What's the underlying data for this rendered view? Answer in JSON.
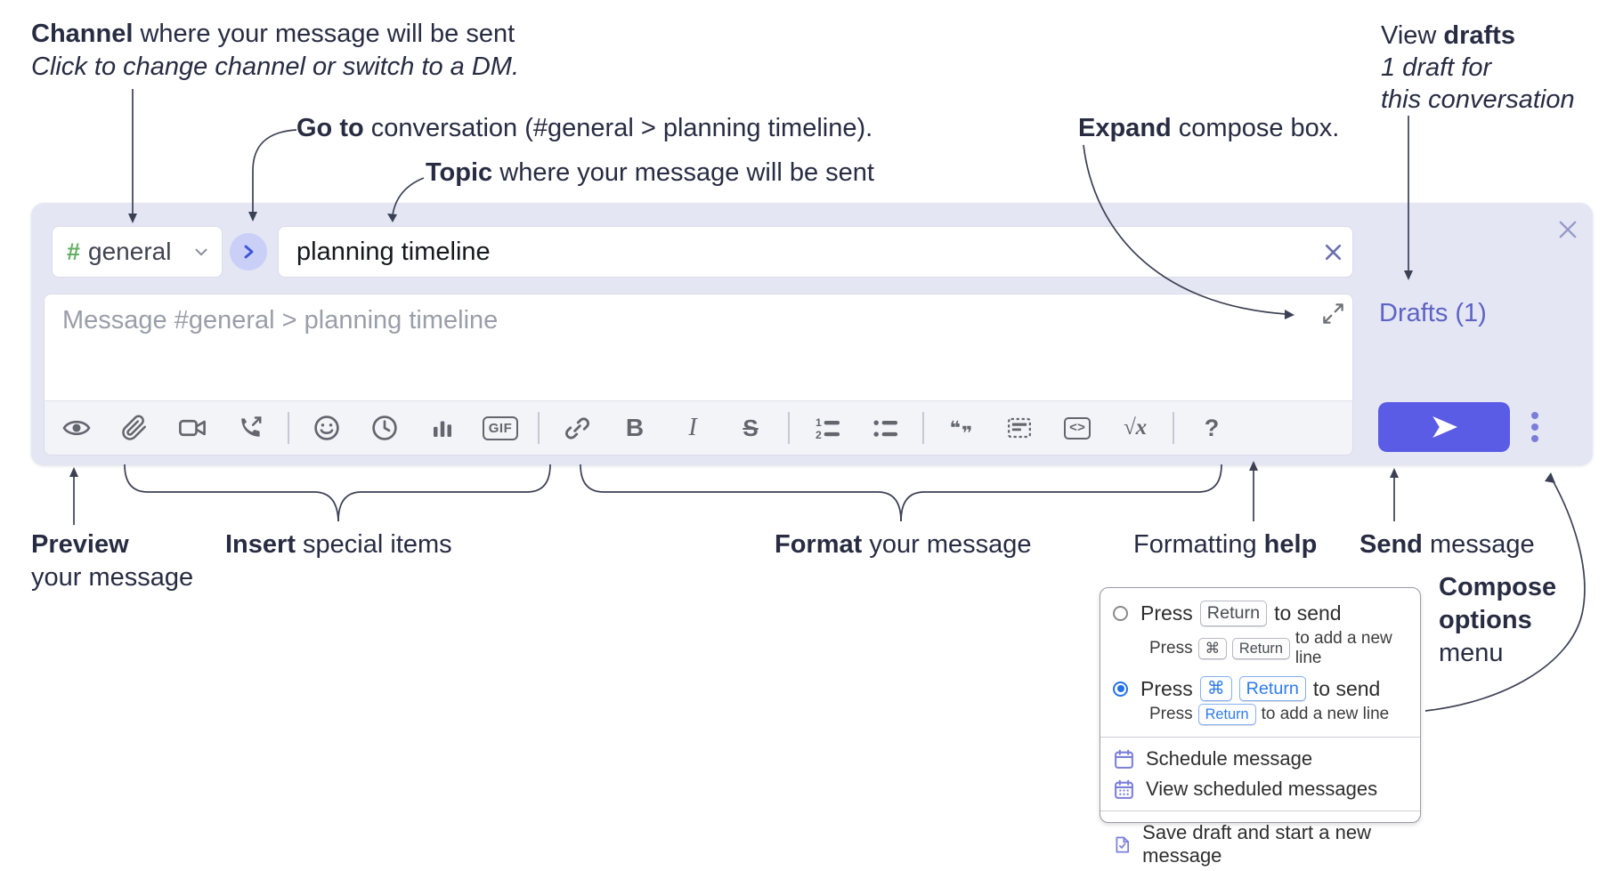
{
  "annotations": {
    "channel": {
      "bold": "Channel",
      "rest": " where your message will be sent",
      "subtitle": "Click to change channel or switch to a DM."
    },
    "go_to": {
      "bold": "Go to",
      "rest": " conversation (#general > planning timeline)."
    },
    "topic": {
      "bold": "Topic",
      "rest": " where your message will be sent"
    },
    "expand": {
      "bold": "Expand",
      "rest": " compose box."
    },
    "view_drafts": {
      "pre": "View ",
      "bold": "drafts",
      "line2": "1 draft for",
      "line3": "this conversation"
    },
    "preview": {
      "bold": "Preview",
      "line2": "your message"
    },
    "insert": {
      "bold": "Insert",
      "rest": " special items"
    },
    "format": {
      "bold": "Format",
      "rest": " your message"
    },
    "formatting_help": {
      "pre": "Formatting ",
      "bold": "help"
    },
    "send": {
      "bold": "Send",
      "rest": " message"
    },
    "compose_options": {
      "line1": "Compose",
      "line2": "options",
      "line3": "menu"
    }
  },
  "compose": {
    "channel": {
      "hash": "#",
      "name": "general"
    },
    "topic": {
      "value": "planning timeline"
    },
    "message": {
      "placeholder": "Message #general > planning timeline"
    },
    "drafts_link": "Drafts (1)",
    "toolbar": {
      "gif": "GIF",
      "bold": "B",
      "italic": "I",
      "strike": "S",
      "quote_open": "❝",
      "quote_close": "❞",
      "code": "<>",
      "math": "√x",
      "help": "?"
    }
  },
  "menu": {
    "send_options": [
      {
        "pre": "Press",
        "keys": [
          "Return"
        ],
        "post": "to send",
        "sub_pre": "Press",
        "sub_keys": [
          "⌘",
          "Return"
        ],
        "sub_post": "to add a new line",
        "selected": false
      },
      {
        "pre": "Press",
        "keys": [
          "⌘",
          "Return"
        ],
        "post": "to send",
        "sub_pre": "Press",
        "sub_keys": [
          "Return"
        ],
        "sub_post": "to add a new line",
        "selected": true
      }
    ],
    "items": [
      "Schedule message",
      "View scheduled messages",
      "Save draft and start a new message"
    ]
  },
  "colors": {
    "compose_bg": "#e4e6f3",
    "send_button": "#5b5ce6",
    "drafts_link": "#5d63c4",
    "hash_green": "#63b063",
    "key_blue": "#2e7cf0",
    "menu_icon_purple": "#7b7fd9",
    "annotation_text": "#272c42"
  }
}
